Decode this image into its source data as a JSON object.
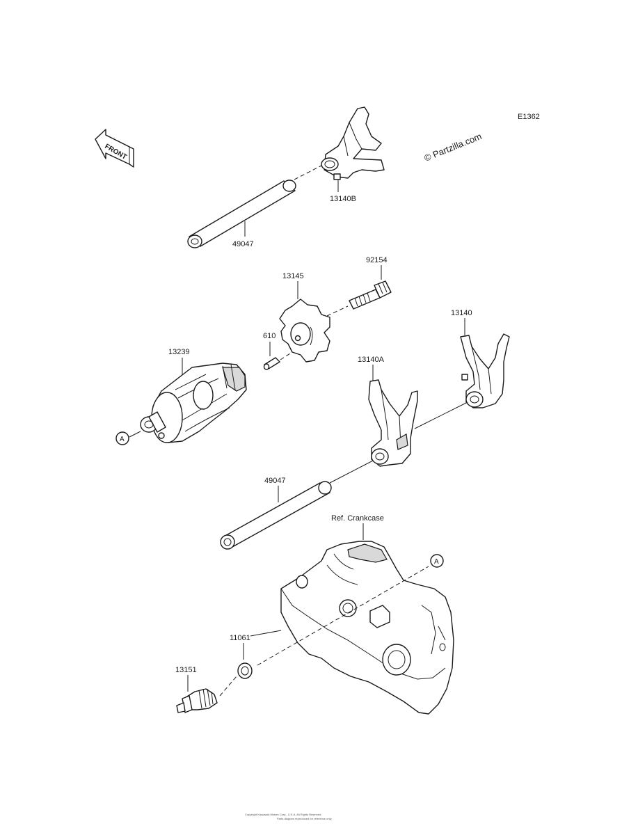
{
  "diagram_code": "E1362",
  "watermark": "© Partzilla.com",
  "front_label": "FRONT",
  "callout_a": "A",
  "parts": {
    "fork_upper": "13140B",
    "shaft_upper": "49047",
    "bolt": "92154",
    "cam": "13145",
    "pin": "610",
    "drum": "13239",
    "fork_mid": "13140A",
    "fork_right": "13140",
    "shaft_lower": "49047",
    "crankcase": "Ref. Crankcase",
    "washer": "11061",
    "sensor": "13151"
  },
  "footer": {
    "line1": "Copyright Kawasaki Motors Corp., U.S.A. All Rights Reserved.",
    "line2": "Parts diagram reproduced for reference only."
  }
}
